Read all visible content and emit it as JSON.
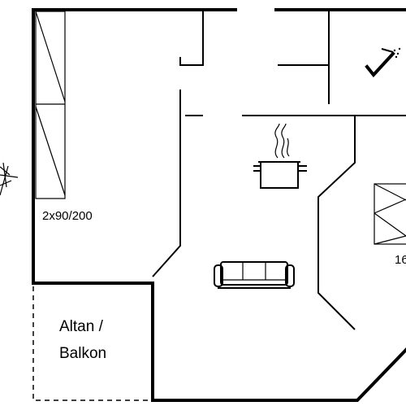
{
  "labels": {
    "bed_size": "2x90/200",
    "balcony_line1": "Altan /",
    "balcony_line2": "Balkon",
    "bed2_partial": "16"
  },
  "icons": [
    "compass-icon",
    "shower-icon",
    "cooking-pot-icon",
    "sofa-icon"
  ],
  "colors": {
    "line": "#000000",
    "background": "#ffffff"
  }
}
